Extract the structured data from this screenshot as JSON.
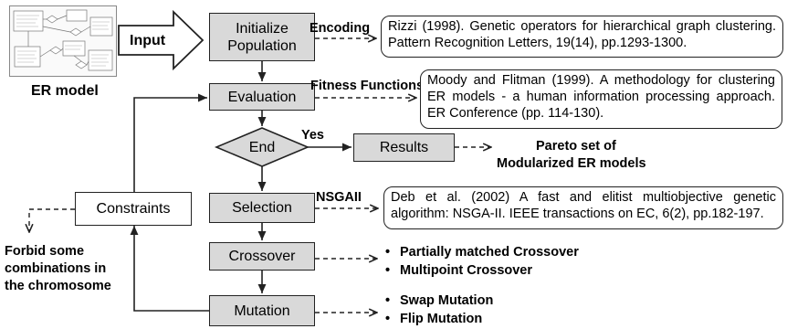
{
  "er_model_label": "ER model",
  "input_label": "Input",
  "steps": {
    "init": "Initialize Population",
    "evaluation": "Evaluation",
    "end": "End",
    "results": "Results",
    "selection": "Selection",
    "crossover": "Crossover",
    "mutation": "Mutation",
    "constraints": "Constraints"
  },
  "edge_labels": {
    "encoding": "Encoding",
    "fitness": "Fitness Functions",
    "yes": "Yes",
    "nsgaii": "NSGAII"
  },
  "references": {
    "rizzi": "Rizzi (1998). Genetic operators for hierarchical graph clustering. Pattern Recognition Letters, 19(14), pp.1293-1300.",
    "moody": "Moody and Flitman (1999). A methodology for clustering ER models - a human information processing approach. ER Conference (pp. 114-130).",
    "deb": "Deb et al. (2002) A fast and elitist multiobjective genetic algorithm: NSGA-II. IEEE transactions on EC, 6(2), pp.182-197."
  },
  "pareto": {
    "line1": "Pareto set of",
    "line2": "Modularized ER models"
  },
  "forbid": {
    "line1": "Forbid some",
    "line2": "combinations in",
    "line3": "the chromosome"
  },
  "crossover_types": [
    "Partially matched Crossover",
    "Multipoint Crossover"
  ],
  "mutation_types": [
    "Swap Mutation",
    "Flip Mutation"
  ]
}
